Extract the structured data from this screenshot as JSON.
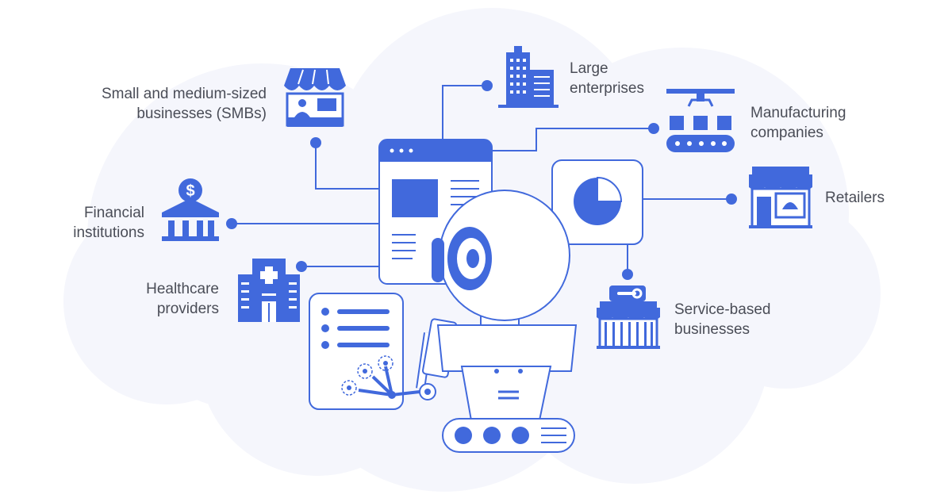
{
  "colors": {
    "primary": "#4169dc",
    "background_cloud": "#f6f7fc",
    "line": "#4169dc",
    "text": "#4a4d57"
  },
  "labels": {
    "smb": {
      "line1": "Small and medium-sized",
      "line2": "businesses (SMBs)",
      "icon": "storefront-kiosk-icon"
    },
    "large": {
      "line1": "Large",
      "line2": "enterprises",
      "icon": "office-buildings-icon"
    },
    "manufacturing": {
      "line1": "Manufacturing",
      "line2": "companies",
      "icon": "conveyor-factory-icon"
    },
    "retailers": {
      "line1": "Retailers",
      "icon": "retail-shop-icon"
    },
    "financial": {
      "line1": "Financial",
      "line2": "institutions",
      "icon": "bank-icon"
    },
    "healthcare": {
      "line1": "Healthcare",
      "line2": "providers",
      "icon": "hospital-icon"
    },
    "service": {
      "line1": "Service-based",
      "line2": "businesses",
      "icon": "service-shop-icon"
    }
  },
  "center": {
    "icon": "robot-icon"
  }
}
